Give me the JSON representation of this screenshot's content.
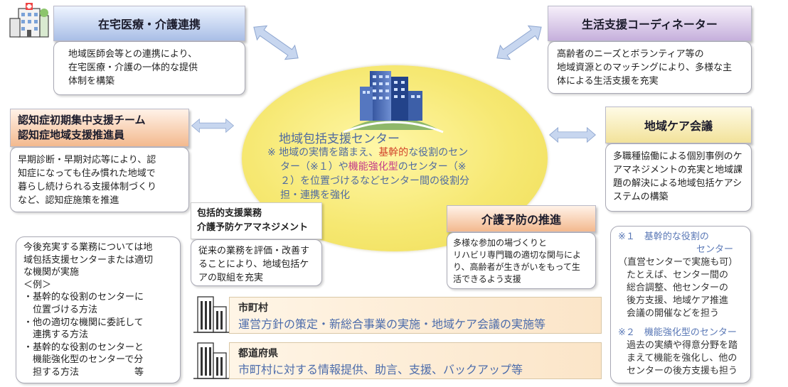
{
  "top_left": {
    "header": "在宅医療・介護連携",
    "body": [
      "地域医師会等との連携により、",
      "在宅医療・介護の一体的な提供",
      "体制を構築"
    ]
  },
  "top_right": {
    "header": "生活支援コーディネーター",
    "body": [
      "高齢者のニーズとボランティア等の",
      "地域資源とのマッチングにより、多様な主",
      "体による生活支援を充実"
    ]
  },
  "mid_left": {
    "header": [
      "認知症初期集中支援チーム",
      "認知症地域支援推進員"
    ],
    "body": [
      "早期診断・早期対応等により、認",
      "知症になっても住み慣れた地域で",
      "暮らし続けられる支援体制づくり",
      "など、認知症施策を推進"
    ]
  },
  "mid_right": {
    "header": "地域ケア会議",
    "body": [
      "多職種協働による個別事例のケ",
      "アマネジメントの充実と地域課",
      "題の解決による地域包括ケアシ",
      "ステムの構築"
    ]
  },
  "center": {
    "title": "地域包括支援センター",
    "note_prefix": "※ 地域の実情を踏まえ、",
    "note_core": "基幹的",
    "note_mid1": "な役割のセン",
    "note_line2_a": "ター（※１）や",
    "note_strong": "機能強化型",
    "note_line2_b": "のセンター（※",
    "note_line3": "２）を位置づけるなどセンター間の役割分",
    "note_line4": "担・連携を強化"
  },
  "comprehensive": {
    "header": [
      "包括的支援業務",
      "介護予防ケアマネジメント"
    ],
    "body": [
      "従来の業務を評価・改善す",
      "ることにより、地域包括ケ",
      "アの取組を充実"
    ]
  },
  "prevention": {
    "header": "介護予防の推進",
    "body": [
      "多様な参加の場づくりと",
      "リハビリ専門職の適切な関与によ",
      "り、高齢者が生きがいをもって生",
      "活できるよう支援"
    ]
  },
  "left_note": {
    "lines": [
      "今後充実する業務については地",
      "域包括支援センターまたは適切",
      "な機関が実施",
      "＜例＞",
      "・基幹的な役割のセンターに",
      "　位置づける方法",
      "・他の適切な機関に委託して",
      "　連携する方法",
      "・基幹的な役割のセンターと",
      "　機能強化型のセンターで分",
      "　担する方法　　　　　　等"
    ]
  },
  "right_note": {
    "note1_head": [
      "※１　基幹的な役割の",
      "センター"
    ],
    "note1_body": [
      "（直営センターで実施も可）",
      "たとえば、センター間の",
      "総合調整、他センターの",
      "後方支援、地域ケア推進",
      "会議の開催などを担う"
    ],
    "note2_head": "※２　機能強化型のセンター",
    "note2_body": [
      "過去の実績や得意分野を踏",
      "まえて機能を強化し、他の",
      "センターの後方支援も担う"
    ]
  },
  "municipality": {
    "title": "市町村",
    "body": "運営方針の策定・新総合事業の実施・地域ケア会議の実施等"
  },
  "prefecture": {
    "title": "都道府県",
    "body": "市町村に対する情報提供、助言、支援、バックアップ等"
  },
  "colors": {
    "blue_header": "#a9bee6",
    "purple_header": "#c6b0dc",
    "yellow_header": "#f2e29a",
    "orange_header": "#f3b98e",
    "ellipse": "#f6e872",
    "arrow": "#b8c8e6",
    "text_blue": "#4f6aa0",
    "accent_red": "#d2452c",
    "accent_pink": "#c43b8a"
  },
  "icons": [
    "hospital-icon",
    "office-building-icon",
    "double-arrow-icon",
    "city-building-icon"
  ]
}
